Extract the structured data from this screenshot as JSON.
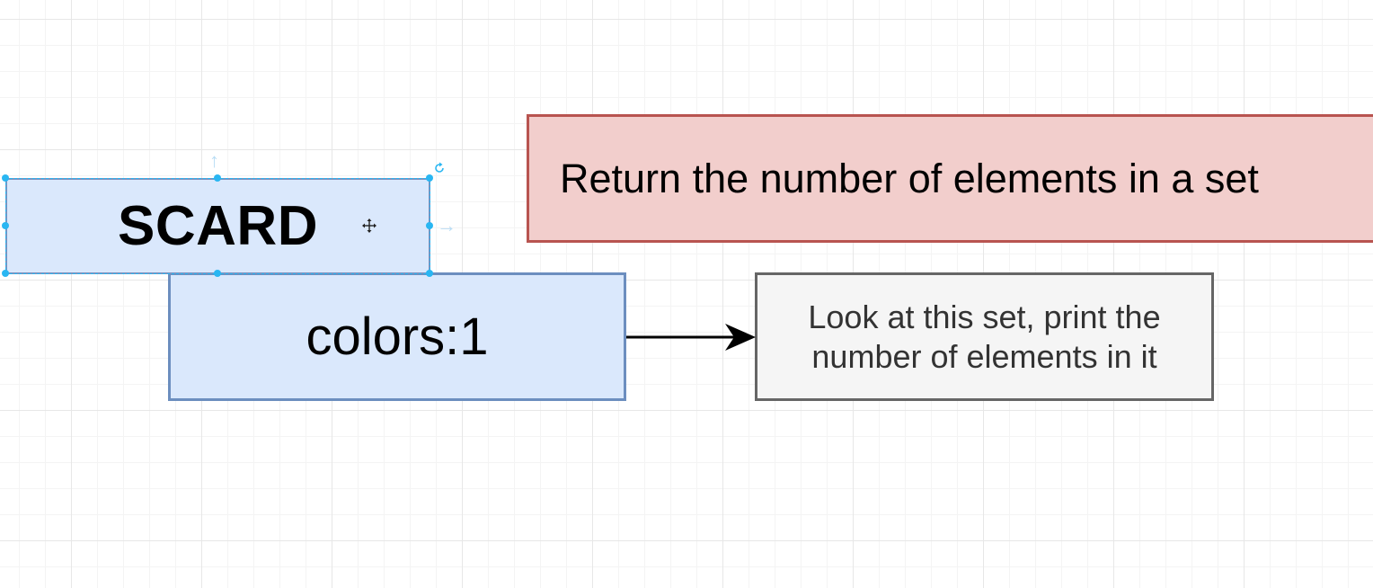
{
  "diagram": {
    "command_box": {
      "label": "SCARD"
    },
    "key_box": {
      "label": "colors:1"
    },
    "description_box": {
      "label": "Return the number of elements in a set"
    },
    "note_box": {
      "label": "Look at this set, print the number of elements in it"
    }
  },
  "colors": {
    "blue_fill": "#dae8fc",
    "blue_stroke": "#6c8ebf",
    "red_fill": "#f2cecc",
    "red_stroke": "#b85450",
    "gray_fill": "#f5f5f5",
    "gray_stroke": "#666666",
    "selection": "#29b6f2"
  },
  "icons": {
    "move": "move-cursor-icon",
    "rotate": "rotate-handle-icon",
    "arrow": "arrow-right-icon"
  }
}
